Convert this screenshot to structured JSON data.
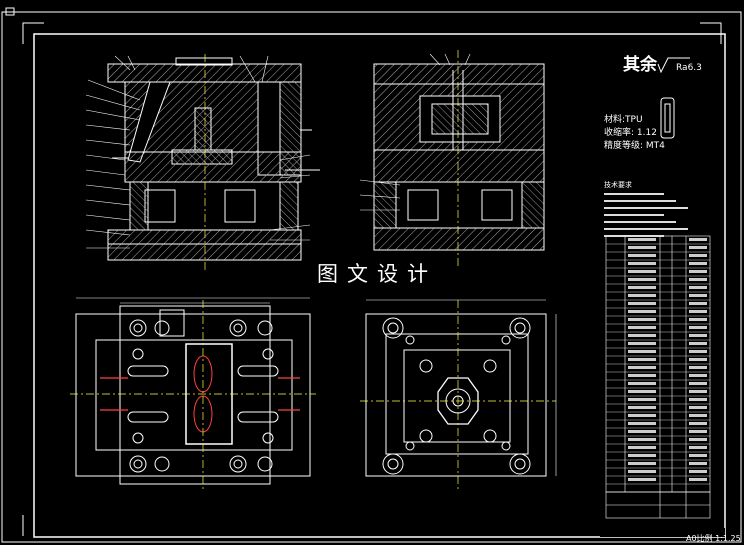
{
  "drawing": {
    "roughness_label": "其余",
    "roughness_value": "Ra6.3",
    "watermark": "图文设计",
    "material_label": "材料:TPU",
    "shrink_label": "收缩率: 1.12",
    "tolerance_label": "精度等级: MT4",
    "notes_title": "技术要求",
    "scale_label": "A0比例 1:1.25"
  },
  "colors": {
    "background": "#000000",
    "linework": "#ffffff",
    "hatch": "#bfbfbf",
    "dimension": "#ff4040",
    "leader": "#40ff40",
    "centerline": "#ffff40"
  }
}
